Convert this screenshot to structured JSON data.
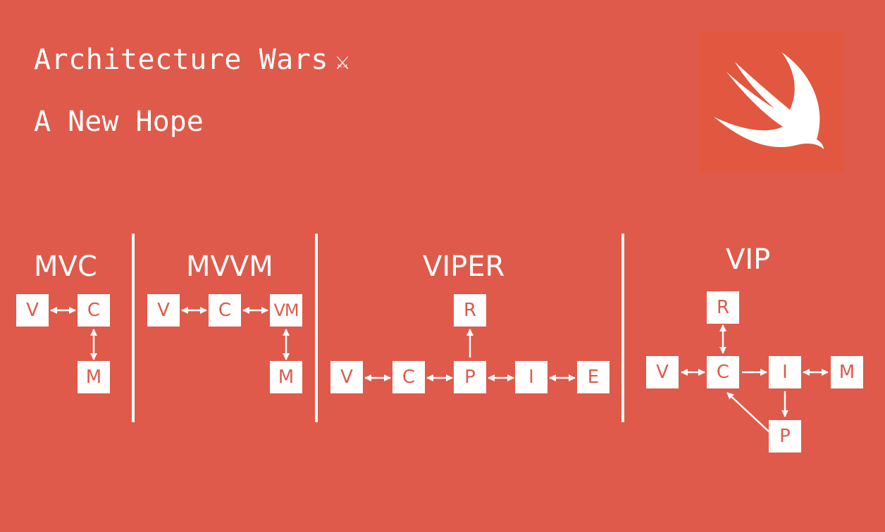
{
  "header": {
    "title": "Architecture Wars",
    "title_icon": "crossed-swords-icon",
    "title_icon_glyph": "⚔",
    "subtitle": "A New Hope"
  },
  "logo": {
    "name": "swift-logo-icon",
    "background": "#e2573f"
  },
  "colors": {
    "background": "#df5a4a",
    "foreground": "#ffffff"
  },
  "sections": {
    "mvc": {
      "title": "MVC",
      "nodes": {
        "v": "V",
        "c": "C",
        "m": "M"
      }
    },
    "mvvm": {
      "title": "MVVM",
      "nodes": {
        "v": "V",
        "c": "C",
        "vm": "VM",
        "m": "M"
      }
    },
    "viper": {
      "title": "VIPER",
      "nodes": {
        "r": "R",
        "v": "V",
        "c": "C",
        "p": "P",
        "i": "I",
        "e": "E"
      }
    },
    "vip": {
      "title": "VIP",
      "nodes": {
        "r": "R",
        "v": "V",
        "c": "C",
        "i": "I",
        "m": "M",
        "p": "P"
      }
    }
  }
}
